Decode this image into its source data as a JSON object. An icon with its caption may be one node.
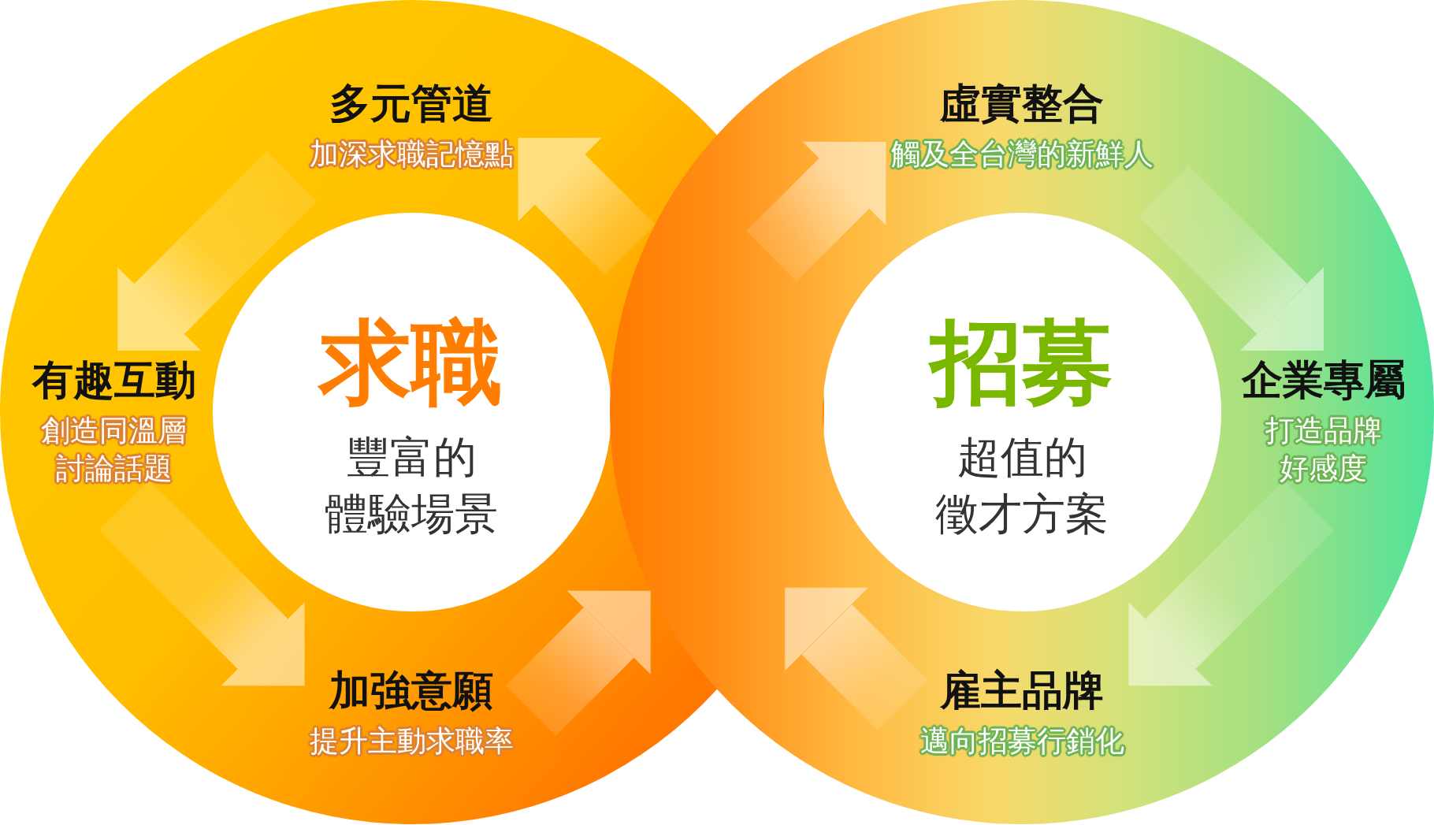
{
  "diagram": {
    "nodes": [
      {
        "text": [],
        "shape": "ring"
      },
      {
        "text": [
          "求職",
          "豐富的體驗場景"
        ],
        "in": 0
      },
      {
        "text": [
          "多元管道",
          "加深求職記憶點"
        ],
        "in": 0
      },
      {
        "text": [
          "有趣互動",
          "創造同溫層討論話題"
        ],
        "in": 0
      },
      {
        "text": [
          "加強意願",
          "提升主動求職率"
        ],
        "in": 0
      },
      {
        "text": [],
        "shape": "ring"
      },
      {
        "text": [
          "招募",
          "超值的徵才方案"
        ],
        "in": 5
      },
      {
        "text": [
          "虛實整合",
          "觸及全台灣的新鮮人"
        ],
        "in": 5
      },
      {
        "text": [
          "企業專屬",
          "打造品牌好感度"
        ],
        "in": 5
      },
      {
        "text": [
          "雇主品牌",
          "邁向招募行銷化"
        ],
        "in": 5
      }
    ],
    "edges": [
      {
        "from": 2,
        "to": 3,
        "arrow": "to"
      },
      {
        "from": 3,
        "to": 4,
        "arrow": "to"
      },
      {
        "from": 4,
        "to": 5,
        "arrow": "to"
      },
      {
        "from": null,
        "to": 7,
        "arrow": "to"
      },
      {
        "from": 7,
        "to": 8,
        "arrow": "to"
      },
      {
        "from": 8,
        "to": 9,
        "arrow": "to"
      },
      {
        "from": 9,
        "to": 0,
        "arrow": "to"
      },
      {
        "from": null,
        "to": 2,
        "arrow": "to"
      }
    ]
  }
}
